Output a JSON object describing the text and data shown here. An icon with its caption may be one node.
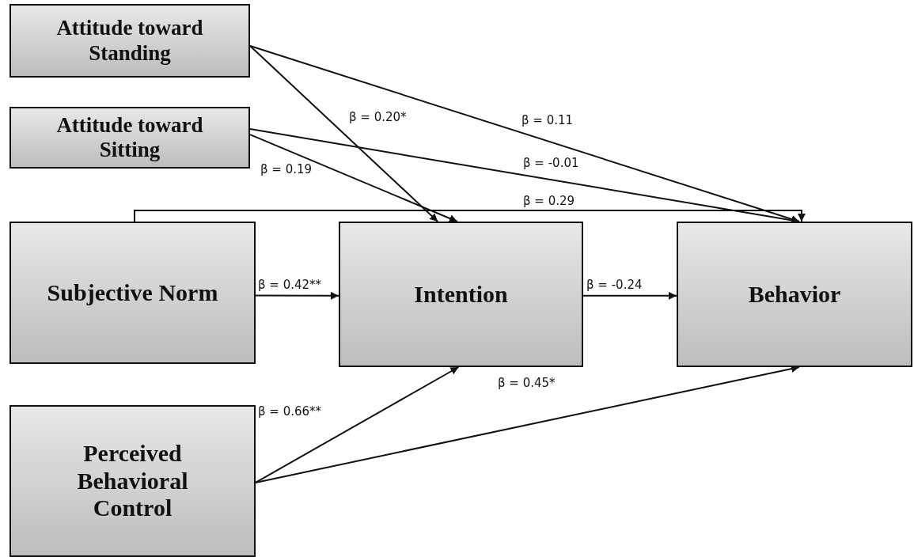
{
  "diagram": {
    "nodes": [
      {
        "text": [
          "Attitude toward Standing"
        ]
      },
      {
        "text": [
          "Attitude toward Sitting"
        ]
      },
      {
        "text": [
          "Subjective Norm"
        ]
      },
      {
        "text": [
          "Intention"
        ]
      },
      {
        "text": [
          "Behavior"
        ]
      },
      {
        "text": [
          "Perceived Behavioral Control"
        ]
      }
    ],
    "edges": [
      {
        "from": 0,
        "to": 3,
        "arrow": "to",
        "label": "β = 0.20*"
      },
      {
        "from": 0,
        "to": 4,
        "arrow": "to",
        "label": "β = 0.11"
      },
      {
        "from": 1,
        "to": 3,
        "arrow": "to",
        "label": "β = 0.19"
      },
      {
        "from": 1,
        "to": 4,
        "arrow": "to",
        "label": "β = -0.01"
      },
      {
        "from": 2,
        "to": 4,
        "arrow": "to",
        "label": "β = 0.29"
      },
      {
        "from": 2,
        "to": 3,
        "arrow": "to",
        "label": "β = 0.42**"
      },
      {
        "from": 3,
        "to": 4,
        "arrow": "to",
        "label": "β = -0.24"
      },
      {
        "from": 5,
        "to": 3,
        "arrow": "to",
        "label": "β = 0.66**"
      },
      {
        "from": 5,
        "to": 4,
        "arrow": "to",
        "label": "β = 0.45*"
      }
    ]
  }
}
